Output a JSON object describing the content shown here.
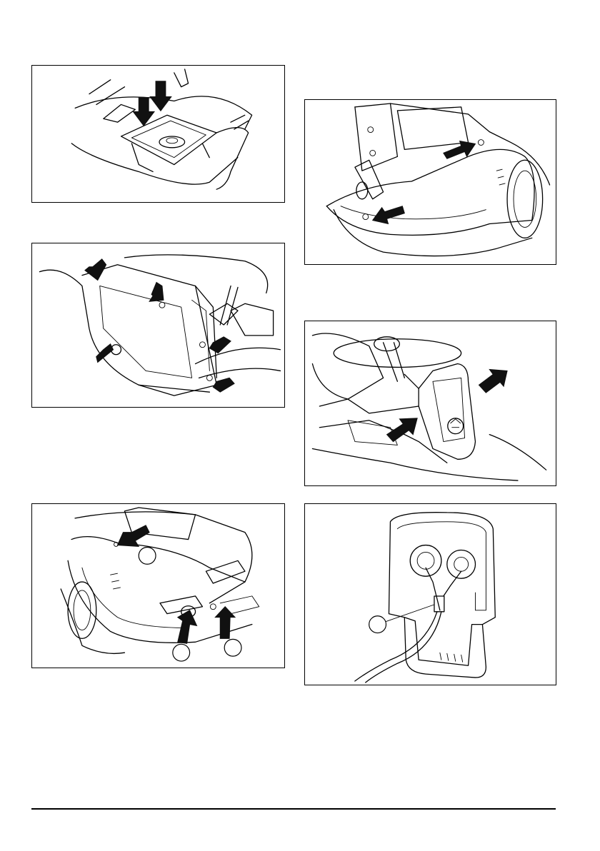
{
  "figures": [
    {
      "id": "seat-removal",
      "callouts": []
    },
    {
      "id": "rear-panel",
      "callouts": []
    },
    {
      "id": "fender-screws",
      "callouts": [
        "",
        "",
        ""
      ]
    },
    {
      "id": "seat-plate-screws",
      "callouts": []
    },
    {
      "id": "steering-cover",
      "callouts": []
    },
    {
      "id": "headlight-connector",
      "callouts": [
        ""
      ]
    }
  ],
  "colors": {
    "ink": "#000000",
    "arrow": "#111111",
    "paper": "#ffffff"
  },
  "icons": [
    "arrow-icon",
    "callout-circle-icon"
  ]
}
